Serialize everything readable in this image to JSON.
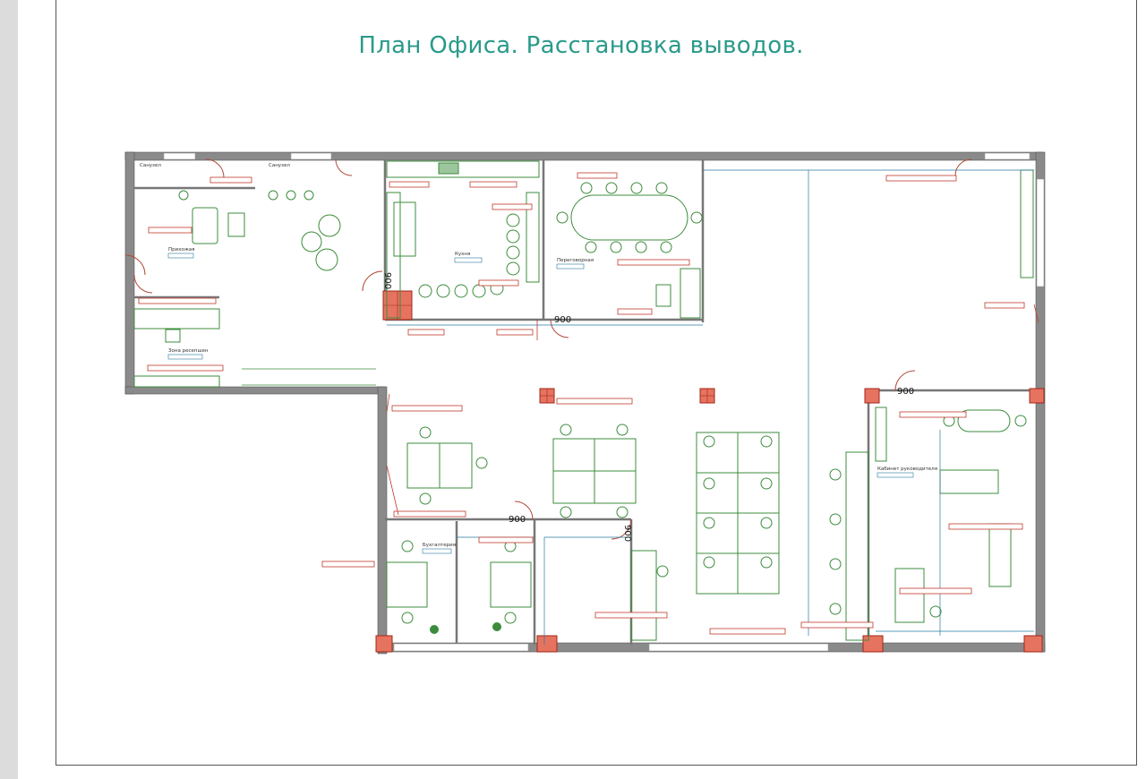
{
  "title": "План Офиса. Расстановка выводов.",
  "rooms": {
    "wc1": "Санузел",
    "wc2": "Санузел",
    "hall": "Прихожая",
    "reception": "Зона ресепшен",
    "kitchen": "Кухня",
    "meeting": "Переговорная",
    "accounting": "Бухгалтерия",
    "director": "Кабинет руководителя"
  },
  "dims": {
    "d900a": "900",
    "d900b": "900",
    "d900c": "900",
    "d900d": "900",
    "d900e": "900"
  },
  "colors": {
    "wall": "#666666",
    "furniture": "#3c8c3c",
    "dimension": "#2a7aa0",
    "outlet": "#c0392b",
    "column": "#d24a3a",
    "title": "#2a9a8a"
  }
}
